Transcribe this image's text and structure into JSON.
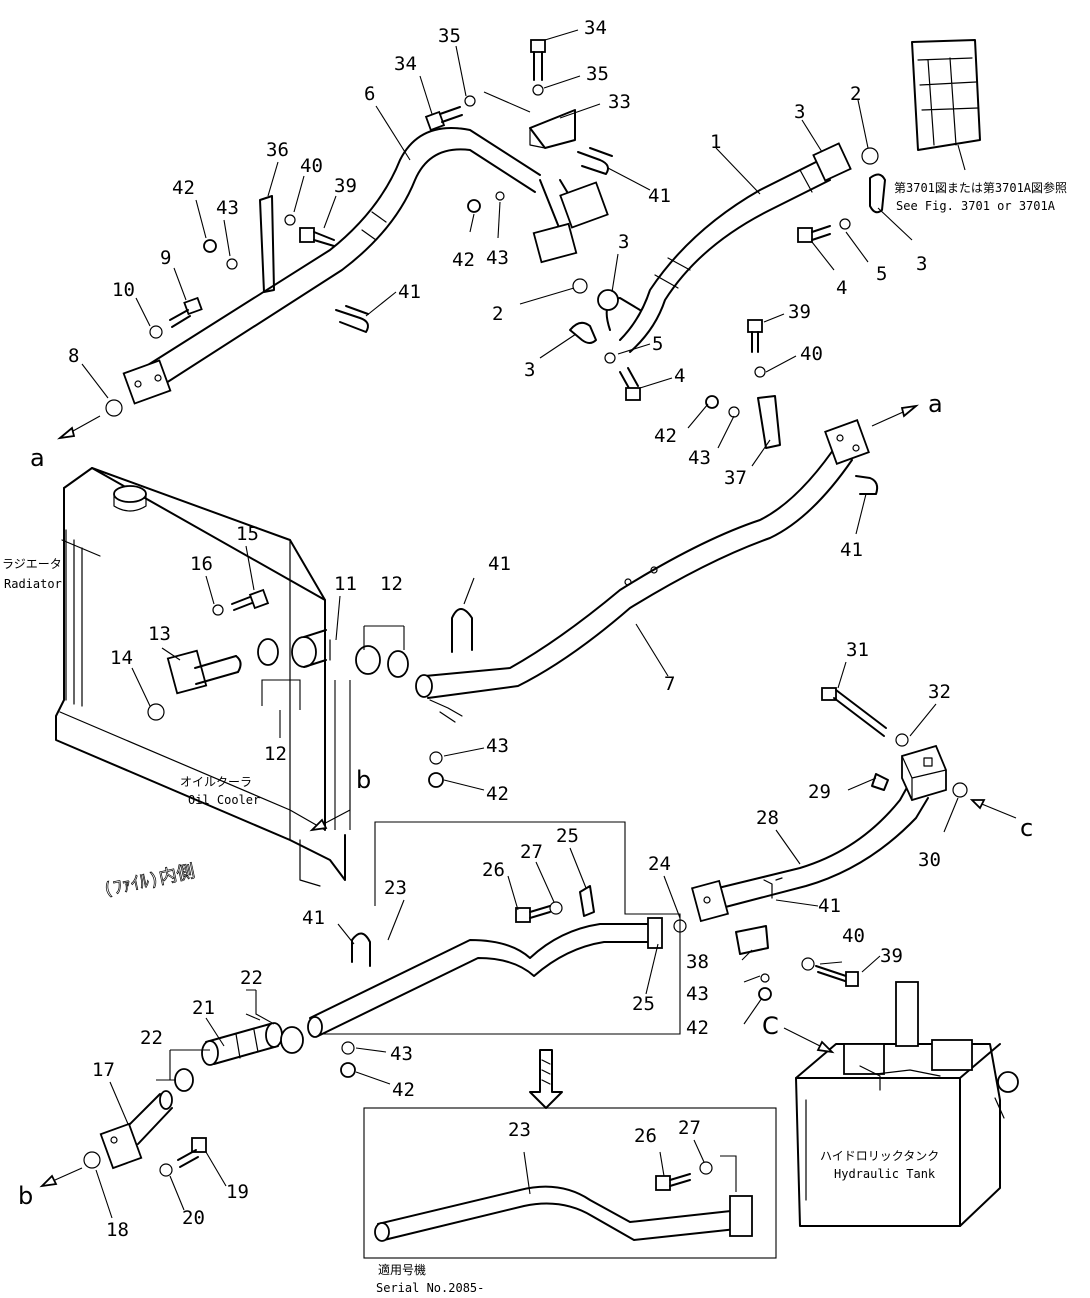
{
  "callouts": [
    {
      "id": "c34a",
      "label": "34"
    },
    {
      "id": "c35a",
      "label": "35"
    },
    {
      "id": "c33a",
      "label": "33"
    },
    {
      "id": "c34b",
      "label": "34"
    },
    {
      "id": "c35b",
      "label": "35"
    },
    {
      "id": "c33b",
      "label": "33"
    },
    {
      "id": "c6",
      "label": "6"
    },
    {
      "id": "c36",
      "label": "36"
    },
    {
      "id": "c40a",
      "label": "40"
    },
    {
      "id": "c39a",
      "label": "39"
    },
    {
      "id": "c42a",
      "label": "42"
    },
    {
      "id": "c43a",
      "label": "43"
    },
    {
      "id": "c9",
      "label": "9"
    },
    {
      "id": "c10",
      "label": "10"
    },
    {
      "id": "c8",
      "label": "8"
    },
    {
      "id": "c41a",
      "label": "41"
    },
    {
      "id": "c41b",
      "label": "41"
    },
    {
      "id": "c42b",
      "label": "42"
    },
    {
      "id": "c43b",
      "label": "43"
    },
    {
      "id": "c1",
      "label": "1"
    },
    {
      "id": "c3a",
      "label": "3"
    },
    {
      "id": "c2a",
      "label": "2"
    },
    {
      "id": "c3b",
      "label": "3"
    },
    {
      "id": "c4a",
      "label": "4"
    },
    {
      "id": "c5a",
      "label": "5"
    },
    {
      "id": "c3c",
      "label": "3"
    },
    {
      "id": "c3d",
      "label": "3"
    },
    {
      "id": "c2b",
      "label": "2"
    },
    {
      "id": "c5b",
      "label": "5"
    },
    {
      "id": "c4b",
      "label": "4"
    },
    {
      "id": "c39b",
      "label": "39"
    },
    {
      "id": "c40b",
      "label": "40"
    },
    {
      "id": "c42c",
      "label": "42"
    },
    {
      "id": "c43c",
      "label": "43"
    },
    {
      "id": "c37",
      "label": "37"
    },
    {
      "id": "c41c",
      "label": "41"
    },
    {
      "id": "c15",
      "label": "15"
    },
    {
      "id": "c16",
      "label": "16"
    },
    {
      "id": "c13",
      "label": "13"
    },
    {
      "id": "c14",
      "label": "14"
    },
    {
      "id": "c11",
      "label": "11"
    },
    {
      "id": "c12a",
      "label": "12"
    },
    {
      "id": "c12b",
      "label": "12"
    },
    {
      "id": "c41d",
      "label": "41"
    },
    {
      "id": "c7",
      "label": "7"
    },
    {
      "id": "c43d",
      "label": "43"
    },
    {
      "id": "c42d",
      "label": "42"
    },
    {
      "id": "c31",
      "label": "31"
    },
    {
      "id": "c32",
      "label": "32"
    },
    {
      "id": "c29",
      "label": "29"
    },
    {
      "id": "c28",
      "label": "28"
    },
    {
      "id": "c30",
      "label": "30"
    },
    {
      "id": "c24",
      "label": "24"
    },
    {
      "id": "c26a",
      "label": "26"
    },
    {
      "id": "c27a",
      "label": "27"
    },
    {
      "id": "c25a",
      "label": "25"
    },
    {
      "id": "c25b",
      "label": "25"
    },
    {
      "id": "c23a",
      "label": "23"
    },
    {
      "id": "c41e",
      "label": "41"
    },
    {
      "id": "c41f",
      "label": "41"
    },
    {
      "id": "c38",
      "label": "38"
    },
    {
      "id": "c40c",
      "label": "40"
    },
    {
      "id": "c39c",
      "label": "39"
    },
    {
      "id": "c43e",
      "label": "43"
    },
    {
      "id": "c42e",
      "label": "42"
    },
    {
      "id": "c22a",
      "label": "22"
    },
    {
      "id": "c22b",
      "label": "22"
    },
    {
      "id": "c21",
      "label": "21"
    },
    {
      "id": "c17",
      "label": "17"
    },
    {
      "id": "c43f",
      "label": "43"
    },
    {
      "id": "c42f",
      "label": "42"
    },
    {
      "id": "c19",
      "label": "19"
    },
    {
      "id": "c20",
      "label": "20"
    },
    {
      "id": "c18",
      "label": "18"
    },
    {
      "id": "c23b",
      "label": "23"
    },
    {
      "id": "c26b",
      "label": "26"
    },
    {
      "id": "c27b",
      "label": "27"
    }
  ],
  "letters": [
    {
      "id": "la1",
      "label": "a"
    },
    {
      "id": "la2",
      "label": "a"
    },
    {
      "id": "lb1",
      "label": "b"
    },
    {
      "id": "lb2",
      "label": "b"
    },
    {
      "id": "lc1",
      "label": "c"
    },
    {
      "id": "lc2",
      "label": "C"
    }
  ],
  "notes": {
    "ref_jp": "第3701図または第3701A図参照",
    "ref_en": "See Fig. 3701 or 3701A",
    "radiator_jp": "ラジエータ",
    "radiator_en": "Radiator",
    "oilcooler_jp": "オイルクーラ",
    "oilcooler_en": "Oil Cooler",
    "tank_jp": "ハイドロリックタンク",
    "tank_en": "Hydraulic Tank",
    "serial_jp": "適用号機",
    "serial_en": "Serial No.2085-",
    "faint_stamp": "(ﾌｧｲﾙ)内側"
  }
}
